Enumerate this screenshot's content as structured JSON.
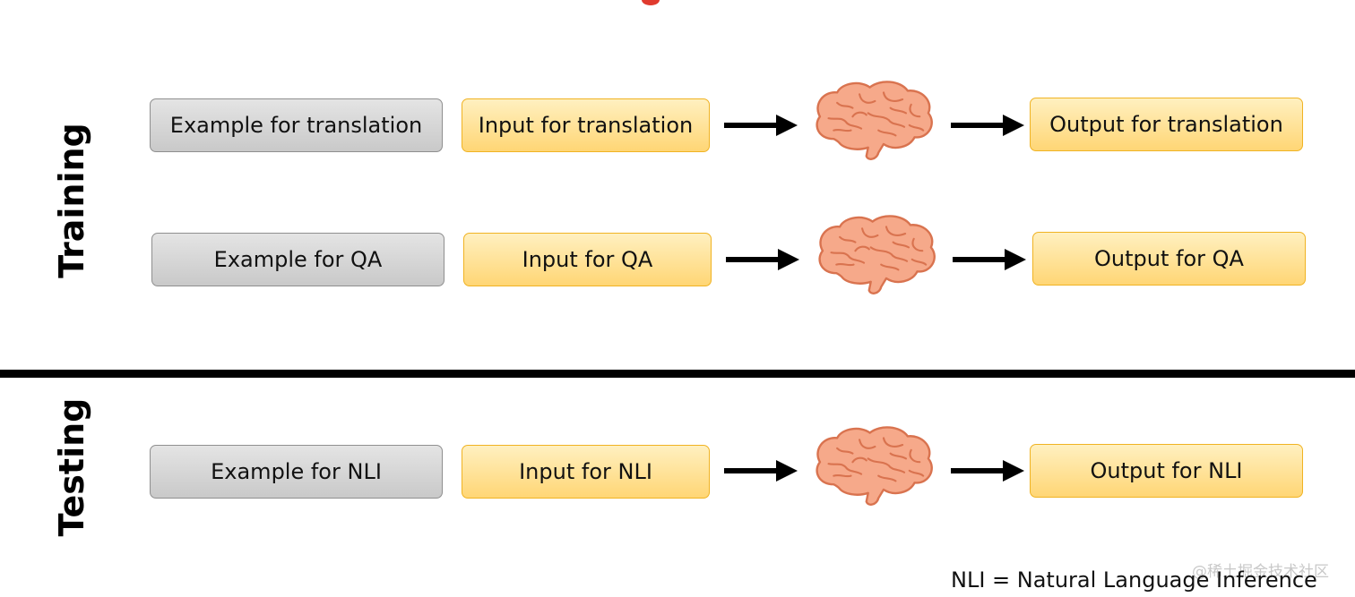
{
  "sections": {
    "training": "Training",
    "testing": "Testing"
  },
  "rows": [
    {
      "example": "Example for translation",
      "input": "Input for translation",
      "output": "Output for translation"
    },
    {
      "example": "Example for QA",
      "input": "Input for QA",
      "output": "Output for QA"
    },
    {
      "example": "Example for NLI",
      "input": "Input for NLI",
      "output": "Output for NLI"
    }
  ],
  "footnote": "NLI = Natural Language Inference",
  "watermark": "@稀土掘金技术社区",
  "colors": {
    "example_fill": "#d6d6d6",
    "example_border": "#8f8f8f",
    "io_fill": "#ffd675",
    "io_border": "#f0b323",
    "brain_fill": "#f6a98a",
    "brain_stroke": "#d9734f",
    "divider": "#000000"
  },
  "icons": {
    "model": "brain-icon",
    "flow": "arrow-right-icon"
  }
}
